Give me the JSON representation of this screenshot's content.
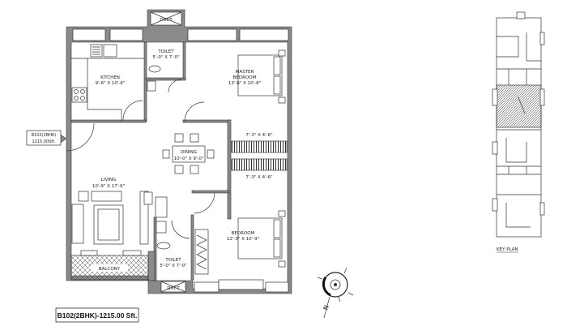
{
  "plan": {
    "unit_tag": {
      "line1": "B102(2BHK)",
      "line2": "1215.00Sft."
    },
    "caption": "B102(2BHK)-1215.00 Sft.",
    "rooms": {
      "duct_top": "DUCT",
      "toilet_top": {
        "name": "TOILET",
        "size": "5'-0\" X 7'-0\""
      },
      "kitchen": {
        "name": "KITCHEN",
        "size": "9'-6\" X 10'-6\""
      },
      "master_bedroom": {
        "name1": "MASTER",
        "name2": "BEDROOM",
        "size": "13'-6\" X 10'-8\""
      },
      "wardrobe_1": "7'-3\" X 4'-6\"",
      "wardrobe_2": "7'-3\" X 4'-6\"",
      "dining": {
        "name": "DINING",
        "size": "10'-0\" X 9'-0\""
      },
      "living": {
        "name": "LIVING",
        "size": "10'-9\" X 17'-6\""
      },
      "bedroom": {
        "name": "BEDROOM",
        "size": "12'-3\" X 10'-9\""
      },
      "toilet_bottom": {
        "name": "TOILET",
        "size": "5'-0\" X 7'-0\""
      },
      "balcony": "BALCONY",
      "duct_bottom": "DUCT"
    }
  },
  "compass": {
    "north_label": "N"
  },
  "key_plan": {
    "label": "KEY PLAN",
    "highlight_color": "#9a9a9a"
  }
}
